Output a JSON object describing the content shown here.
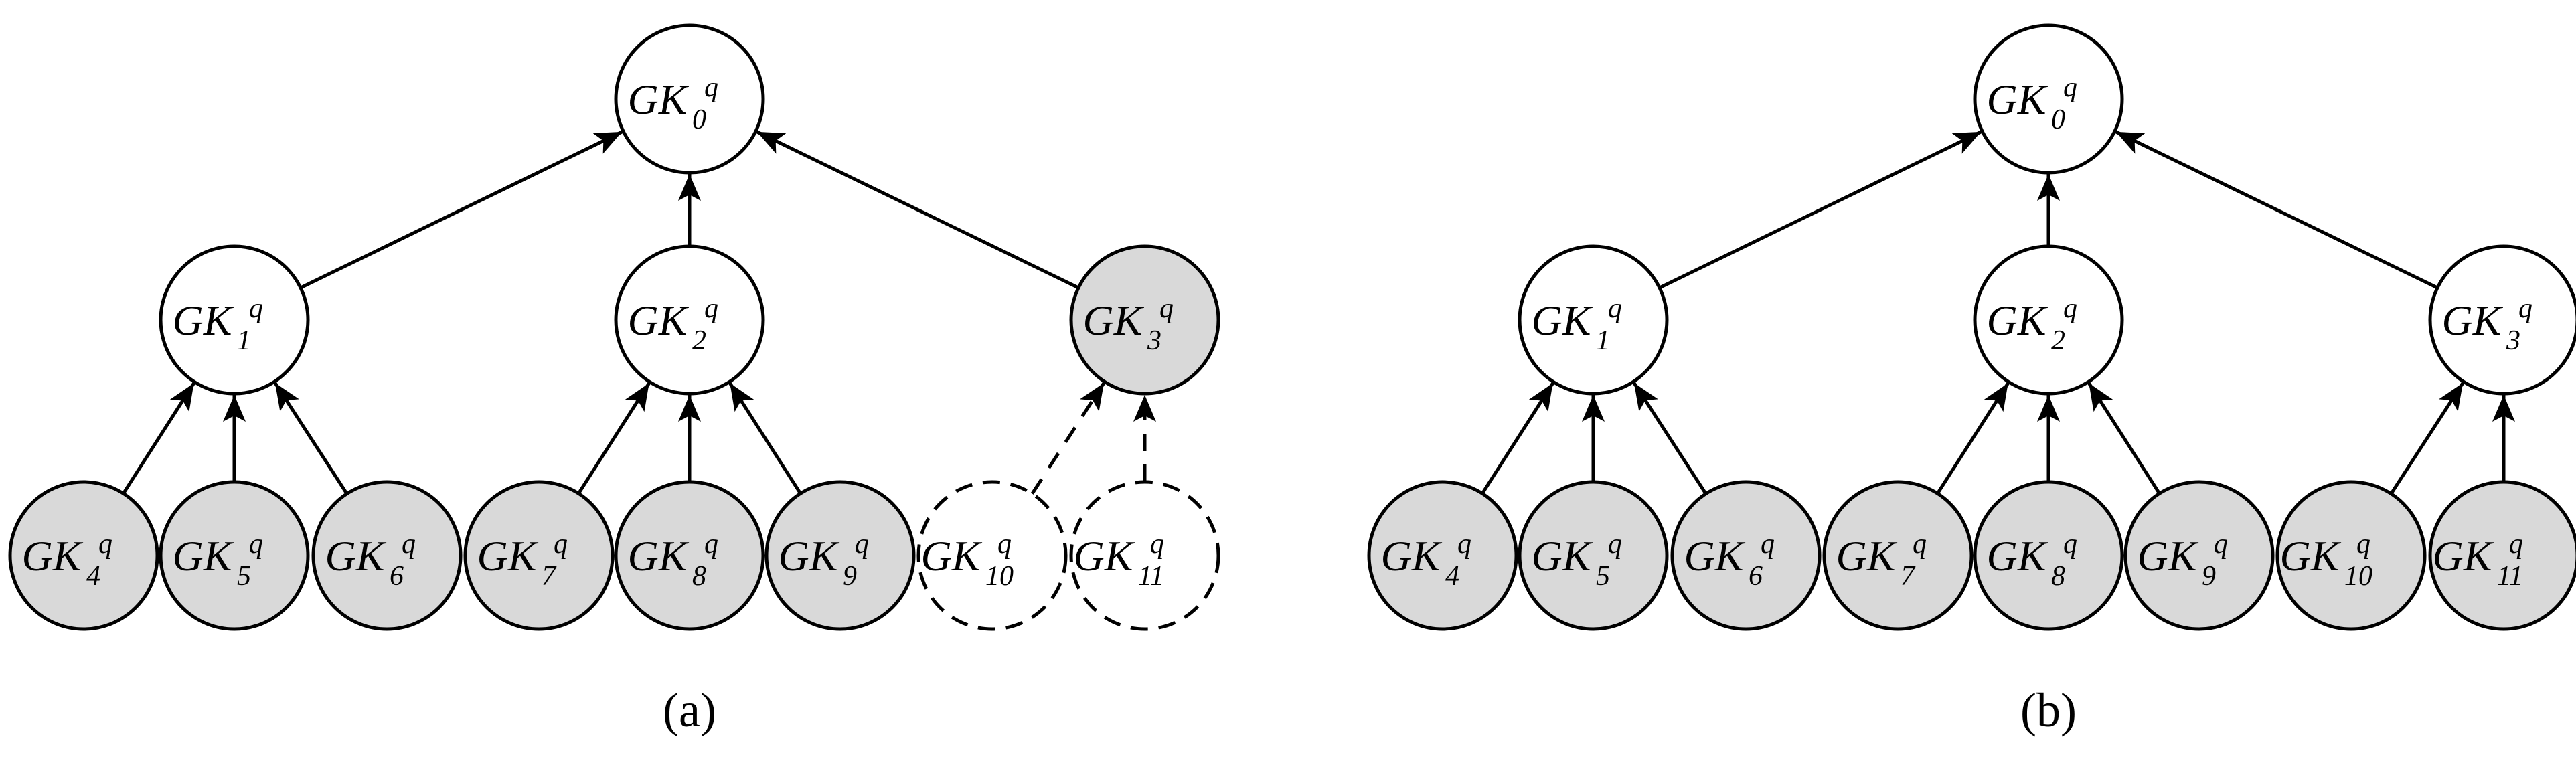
{
  "panels": [
    {
      "id": "a",
      "caption": "(a)",
      "nodes": [
        {
          "key": "0",
          "base": "GK",
          "sup": "q",
          "sub": "0",
          "fill": "#ffffff",
          "dashed": false
        },
        {
          "key": "1",
          "base": "GK",
          "sup": "q",
          "sub": "1",
          "fill": "#ffffff",
          "dashed": false
        },
        {
          "key": "2",
          "base": "GK",
          "sup": "q",
          "sub": "2",
          "fill": "#ffffff",
          "dashed": false
        },
        {
          "key": "3",
          "base": "GK",
          "sup": "q",
          "sub": "3",
          "fill": "#d9d9d9",
          "dashed": false
        },
        {
          "key": "4",
          "base": "GK",
          "sup": "q",
          "sub": "4",
          "fill": "#d9d9d9",
          "dashed": false
        },
        {
          "key": "5",
          "base": "GK",
          "sup": "q",
          "sub": "5",
          "fill": "#d9d9d9",
          "dashed": false
        },
        {
          "key": "6",
          "base": "GK",
          "sup": "q",
          "sub": "6",
          "fill": "#d9d9d9",
          "dashed": false
        },
        {
          "key": "7",
          "base": "GK",
          "sup": "q",
          "sub": "7",
          "fill": "#d9d9d9",
          "dashed": false
        },
        {
          "key": "8",
          "base": "GK",
          "sup": "q",
          "sub": "8",
          "fill": "#d9d9d9",
          "dashed": false
        },
        {
          "key": "9",
          "base": "GK",
          "sup": "q",
          "sub": "9",
          "fill": "#d9d9d9",
          "dashed": false
        },
        {
          "key": "10",
          "base": "GK",
          "sup": "q",
          "sub": "10",
          "fill": "#ffffff",
          "dashed": true
        },
        {
          "key": "11",
          "base": "GK",
          "sup": "q",
          "sub": "11",
          "fill": "#ffffff",
          "dashed": true
        }
      ],
      "edges": [
        {
          "from": "1",
          "to": "0",
          "dashed": false
        },
        {
          "from": "2",
          "to": "0",
          "dashed": false
        },
        {
          "from": "3",
          "to": "0",
          "dashed": false
        },
        {
          "from": "4",
          "to": "1",
          "dashed": false
        },
        {
          "from": "5",
          "to": "1",
          "dashed": false
        },
        {
          "from": "6",
          "to": "1",
          "dashed": false
        },
        {
          "from": "7",
          "to": "2",
          "dashed": false
        },
        {
          "from": "8",
          "to": "2",
          "dashed": false
        },
        {
          "from": "9",
          "to": "2",
          "dashed": false
        },
        {
          "from": "10",
          "to": "3",
          "dashed": true
        },
        {
          "from": "11",
          "to": "3",
          "dashed": true
        }
      ]
    },
    {
      "id": "b",
      "caption": "(b)",
      "nodes": [
        {
          "key": "0",
          "base": "GK",
          "sup": "q",
          "sub": "0",
          "fill": "#ffffff",
          "dashed": false
        },
        {
          "key": "1",
          "base": "GK",
          "sup": "q",
          "sub": "1",
          "fill": "#ffffff",
          "dashed": false
        },
        {
          "key": "2",
          "base": "GK",
          "sup": "q",
          "sub": "2",
          "fill": "#ffffff",
          "dashed": false
        },
        {
          "key": "3",
          "base": "GK",
          "sup": "q",
          "sub": "3",
          "fill": "#ffffff",
          "dashed": false
        },
        {
          "key": "4",
          "base": "GK",
          "sup": "q",
          "sub": "4",
          "fill": "#d9d9d9",
          "dashed": false
        },
        {
          "key": "5",
          "base": "GK",
          "sup": "q",
          "sub": "5",
          "fill": "#d9d9d9",
          "dashed": false
        },
        {
          "key": "6",
          "base": "GK",
          "sup": "q",
          "sub": "6",
          "fill": "#d9d9d9",
          "dashed": false
        },
        {
          "key": "7",
          "base": "GK",
          "sup": "q",
          "sub": "7",
          "fill": "#d9d9d9",
          "dashed": false
        },
        {
          "key": "8",
          "base": "GK",
          "sup": "q",
          "sub": "8",
          "fill": "#d9d9d9",
          "dashed": false
        },
        {
          "key": "9",
          "base": "GK",
          "sup": "q",
          "sub": "9",
          "fill": "#d9d9d9",
          "dashed": false
        },
        {
          "key": "10",
          "base": "GK",
          "sup": "q",
          "sub": "10",
          "fill": "#d9d9d9",
          "dashed": false
        },
        {
          "key": "11",
          "base": "GK",
          "sup": "q",
          "sub": "11",
          "fill": "#d9d9d9",
          "dashed": false
        }
      ],
      "edges": [
        {
          "from": "1",
          "to": "0",
          "dashed": false
        },
        {
          "from": "2",
          "to": "0",
          "dashed": false
        },
        {
          "from": "3",
          "to": "0",
          "dashed": false
        },
        {
          "from": "4",
          "to": "1",
          "dashed": false
        },
        {
          "from": "5",
          "to": "1",
          "dashed": false
        },
        {
          "from": "6",
          "to": "1",
          "dashed": false
        },
        {
          "from": "7",
          "to": "2",
          "dashed": false
        },
        {
          "from": "8",
          "to": "2",
          "dashed": false
        },
        {
          "from": "9",
          "to": "2",
          "dashed": false
        },
        {
          "from": "10",
          "to": "3",
          "dashed": false
        },
        {
          "from": "11",
          "to": "3",
          "dashed": false
        }
      ]
    }
  ]
}
